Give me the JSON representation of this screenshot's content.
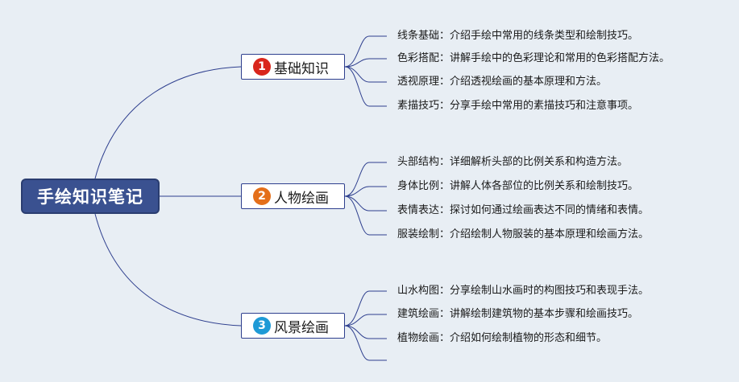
{
  "root": {
    "label": "手绘知识笔记"
  },
  "branches": [
    {
      "number": "1",
      "badge_color": "#d9261c",
      "label": "基础知识",
      "items": [
        "线条基础：介绍手绘中常用的线条类型和绘制技巧。",
        "色彩搭配：讲解手绘中的色彩理论和常用的色彩搭配方法。",
        "透视原理：介绍透视绘画的基本原理和方法。",
        "素描技巧：分享手绘中常用的素描技巧和注意事项。"
      ]
    },
    {
      "number": "2",
      "badge_color": "#e46f1a",
      "label": "人物绘画",
      "items": [
        "头部结构：详细解析头部的比例关系和构造方法。",
        "身体比例：讲解人体各部位的比例关系和绘制技巧。",
        "表情表达：探讨如何通过绘画表达不同的情绪和表情。",
        "服装绘制：介绍绘制人物服装的基本原理和绘画方法。"
      ]
    },
    {
      "number": "3",
      "badge_color": "#1e9ad6",
      "label": "风景绘画",
      "items": [
        "山水构图：分享绘制山水画时的构图技巧和表现手法。",
        "建筑绘画：讲解绘制建筑物的基本步骤和绘画技巧。",
        "植物绘画：介绍如何绘制植物的形态和细节。",
        ""
      ]
    }
  ],
  "colors": {
    "line": "#2e3f8e",
    "root_fill": "#3a5190",
    "background": "#e8eef4"
  }
}
